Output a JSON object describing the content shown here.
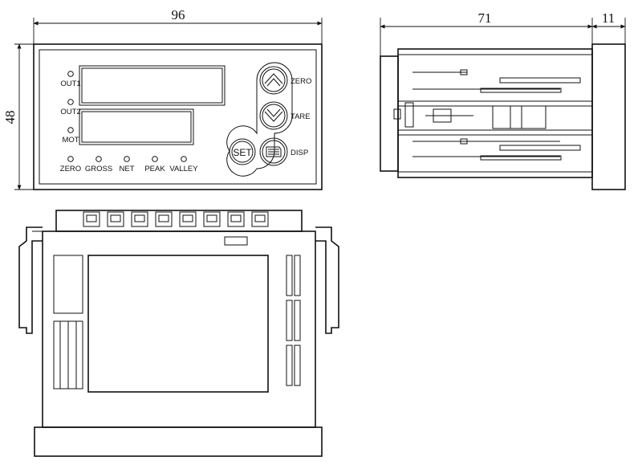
{
  "dimensions": {
    "width": "96",
    "height": "48",
    "depth": "71",
    "flange": "11"
  },
  "front_panel": {
    "indicators": [
      "OUT1",
      "OUT2",
      "MOT"
    ],
    "bottom_indicators": [
      "ZERO",
      "GROSS",
      "NET",
      "PEAK",
      "VALLEY"
    ],
    "keys": {
      "zero": "ZERO",
      "tare": "TARE",
      "set": "SET",
      "disp": "DISP"
    }
  }
}
